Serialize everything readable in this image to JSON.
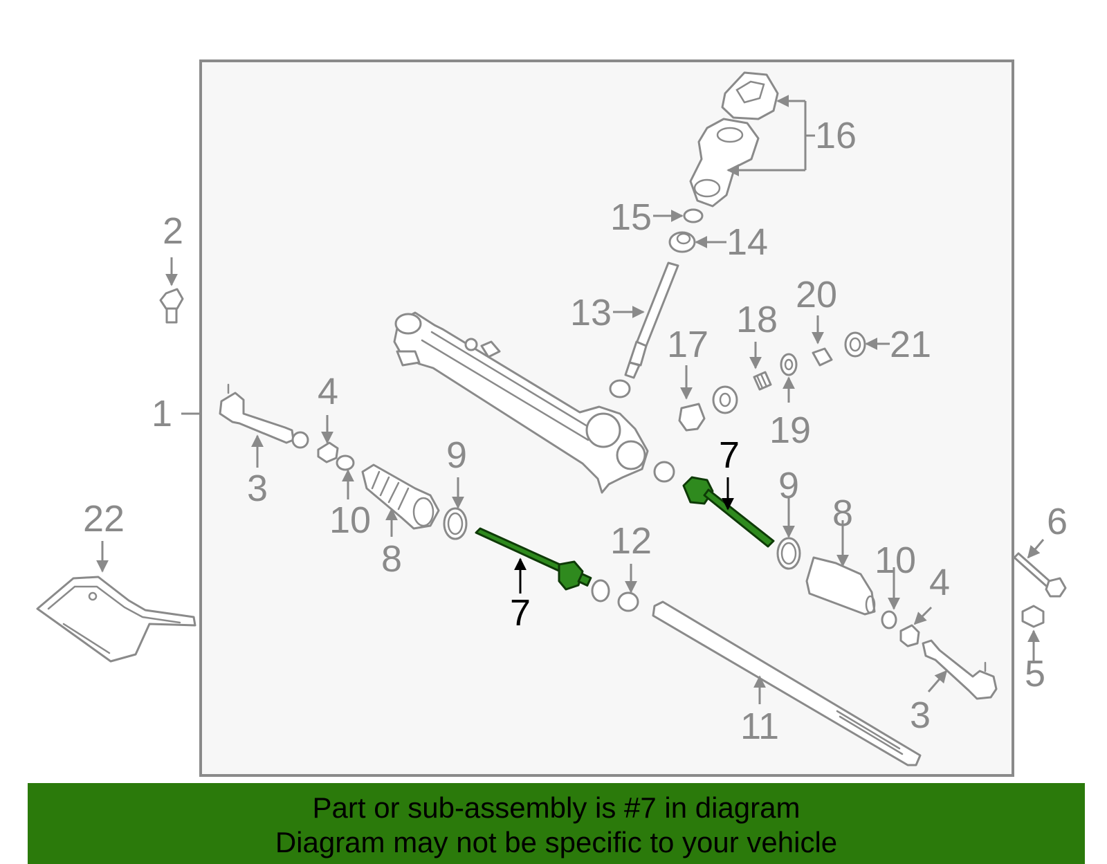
{
  "callouts": {
    "c1": "1",
    "c2": "2",
    "c3a": "3",
    "c3b": "3",
    "c4a": "4",
    "c4b": "4",
    "c5": "5",
    "c6": "6",
    "c7a": "7",
    "c7b": "7",
    "c8a": "8",
    "c8b": "8",
    "c9a": "9",
    "c9b": "9",
    "c10a": "10",
    "c10b": "10",
    "c11": "11",
    "c12": "12",
    "c13": "13",
    "c14": "14",
    "c15": "15",
    "c16": "16",
    "c17": "17",
    "c18": "18",
    "c19": "19",
    "c20": "20",
    "c21": "21",
    "c22": "22"
  },
  "highlighted_part": "7",
  "colors": {
    "highlight_part": "#2f8a1e",
    "banner_background": "#2b7a0b",
    "line_art": "#8a8a8a",
    "frame_background": "#f7f7f7"
  },
  "banner": {
    "line1": "Part or sub-assembly is #7 in diagram",
    "line2": "Diagram may not be specific to your vehicle"
  }
}
